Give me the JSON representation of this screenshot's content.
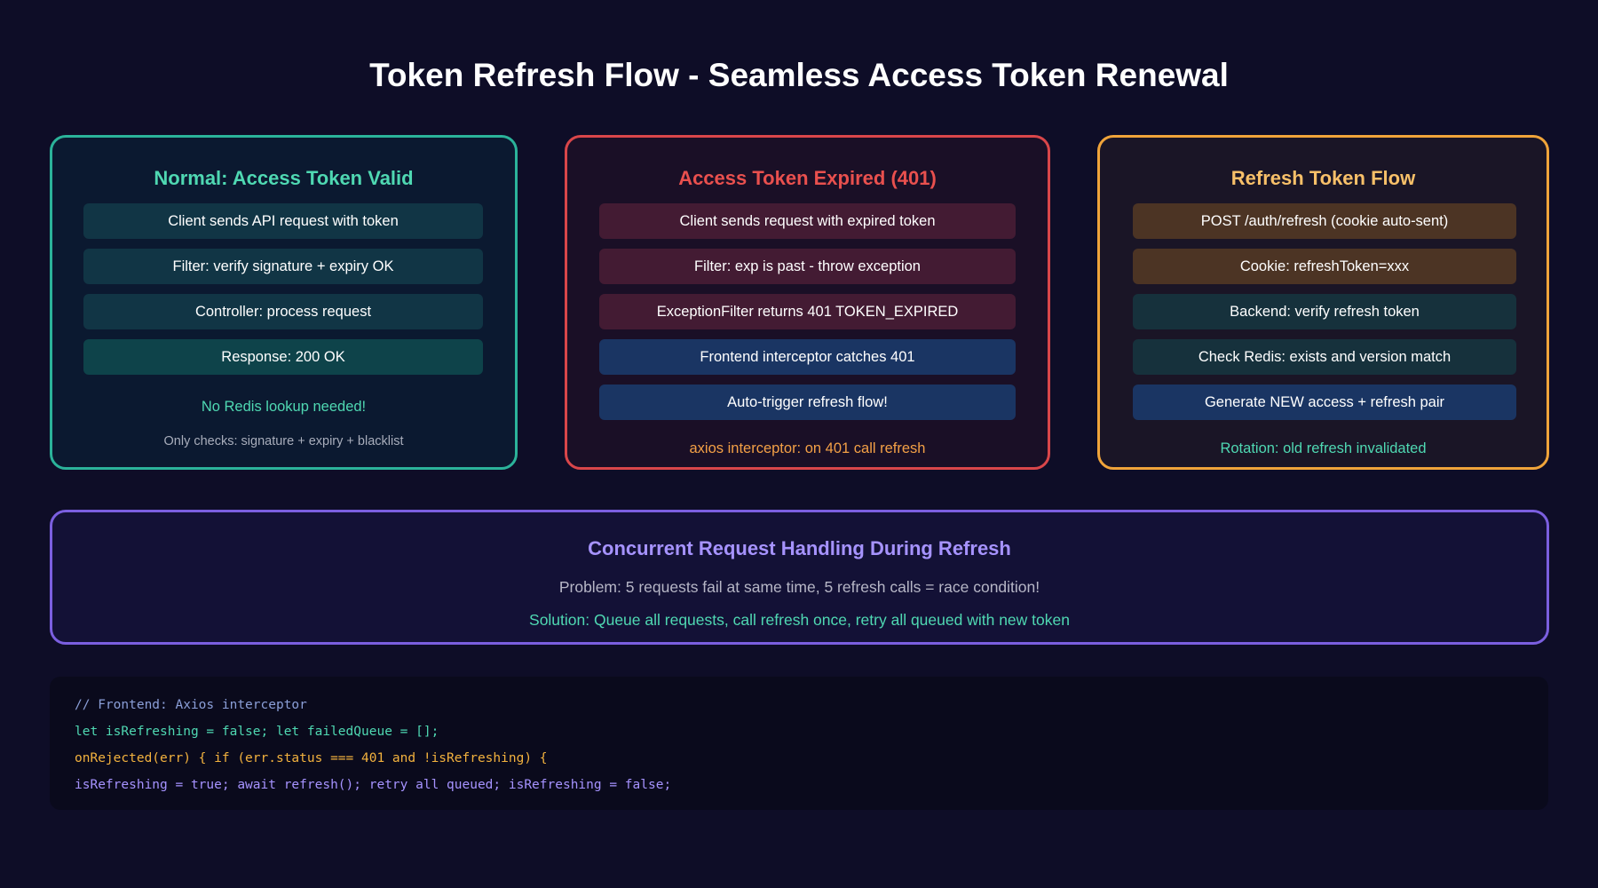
{
  "title": "Token Refresh Flow - Seamless Access Token Renewal",
  "colors": {
    "background": "#0e0d27",
    "teal": "#2bb39a",
    "red": "#d9464a",
    "orange": "#f0a43a",
    "purple": "#7b5fe0"
  },
  "normal": {
    "title": "Normal: Access Token Valid",
    "steps": [
      "Client sends API request with token",
      "Filter: verify signature + expiry OK",
      "Controller: process request",
      "Response: 200 OK"
    ],
    "note": "No Redis lookup needed!",
    "subnote": "Only checks: signature + expiry + blacklist"
  },
  "expired": {
    "title": "Access Token Expired (401)",
    "steps": [
      "Client sends request with expired token",
      "Filter: exp is past - throw exception",
      "ExceptionFilter returns 401 TOKEN_EXPIRED",
      "Frontend interceptor catches 401",
      "Auto-trigger refresh flow!"
    ],
    "note": "axios interceptor: on 401 call refresh"
  },
  "refresh": {
    "title": "Refresh Token Flow",
    "steps": [
      "POST /auth/refresh (cookie auto-sent)",
      "Cookie: refreshToken=xxx",
      "Backend: verify refresh token",
      "Check Redis: exists and version match",
      "Generate NEW access + refresh pair"
    ],
    "note": "Rotation: old refresh invalidated"
  },
  "concurrent": {
    "title": "Concurrent Request Handling During Refresh",
    "problem": "Problem: 5 requests fail at same time, 5 refresh calls = race condition!",
    "solution": "Solution: Queue all requests, call refresh once, retry all queued with new token"
  },
  "code": {
    "lines": [
      "// Frontend: Axios interceptor",
      "let isRefreshing = false; let failedQueue = [];",
      "onRejected(err) { if (err.status === 401 and !isRefreshing) {",
      "isRefreshing = true; await refresh(); retry all queued; isRefreshing = false;"
    ]
  }
}
